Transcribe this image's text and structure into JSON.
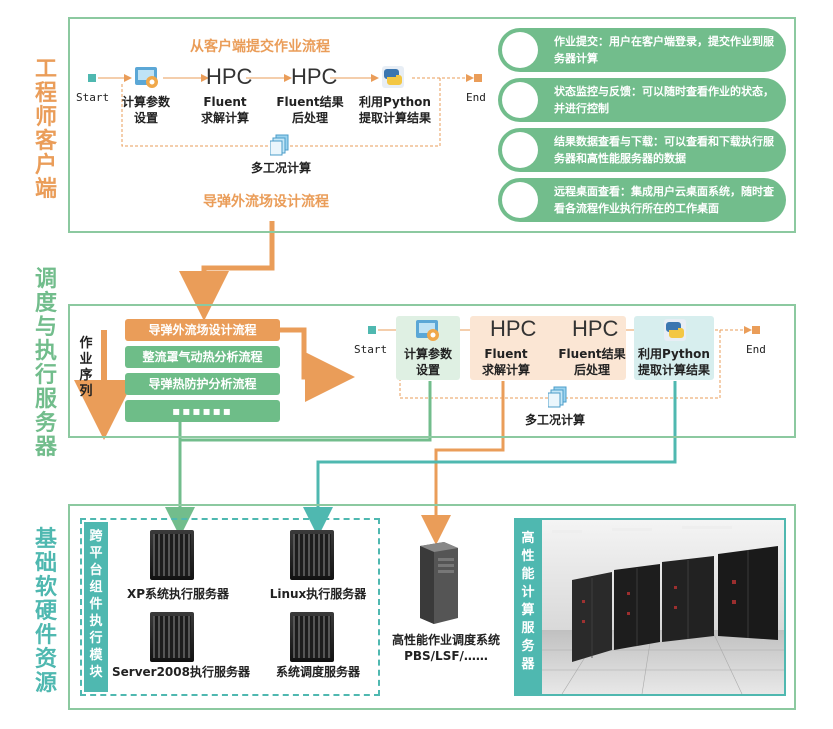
{
  "colors": {
    "green": "#72bd8c",
    "orange": "#ea9d59",
    "teal": "#4fb8b0",
    "panel_border": "#8cc9a0"
  },
  "client": {
    "side_title": [
      "工",
      "程",
      "师",
      "客",
      "户",
      "端"
    ],
    "flow_title": "从客户端提交作业流程",
    "start": "Start",
    "end": "End",
    "steps": [
      {
        "hpc": "",
        "label": "计算参数\n设置",
        "icon": "settings-icon"
      },
      {
        "hpc": "HPC",
        "label": "Fluent\n求解计算"
      },
      {
        "hpc": "HPC",
        "label": "Fluent结果\n后处理"
      },
      {
        "hpc": "",
        "label": "利用Python\n提取计算结果",
        "icon": "python-icon"
      }
    ],
    "multi": "多工况计算",
    "bottom_title": "导弹外流场设计流程",
    "features": [
      "作业提交：用户在客户端登录，提交作业到服务器计算",
      "状态监控与反馈：可以随时查看作业的状态，并进行控制",
      "结果数据查看与下载：可以查看和下载执行服务器和高性能服务器的数据",
      "远程桌面查看：集成用户云桌面系统，随时查看各流程作业执行所在的工作桌面"
    ]
  },
  "scheduler": {
    "side_title": [
      "调",
      "度",
      "与",
      "执",
      "行",
      "服",
      "务",
      "器"
    ],
    "queue_label": [
      "作",
      "业",
      "序",
      "列"
    ],
    "tasks": [
      "导弹外流场设计流程",
      "整流罩气动热分析流程",
      "导弹热防护分析流程",
      "▪▪▪▪▪▪"
    ],
    "start": "Start",
    "end": "End",
    "steps": [
      {
        "hpc": "",
        "label": "计算参数\n设置"
      },
      {
        "hpc": "HPC",
        "label": "Fluent\n求解计算"
      },
      {
        "hpc": "HPC",
        "label": "Fluent结果\n后处理"
      },
      {
        "hpc": "",
        "label": "利用Python\n提取计算结果"
      }
    ],
    "multi": "多工况计算"
  },
  "resources": {
    "side_title": [
      "基",
      "础",
      "软",
      "硬",
      "件",
      "资",
      "源"
    ],
    "cross_platform_title": [
      "跨",
      "平",
      "台",
      "组",
      "件",
      "执",
      "行",
      "模",
      "块"
    ],
    "servers": [
      "XP系统执行服务器",
      "Linux执行服务器",
      "Server2008执行服务器",
      "系统调度服务器"
    ],
    "scheduler_system": "高性能作业调度系统\nPBS/LSF/……",
    "hpc_title": [
      "高",
      "性",
      "能",
      "计",
      "算",
      "服",
      "务",
      "器"
    ]
  }
}
